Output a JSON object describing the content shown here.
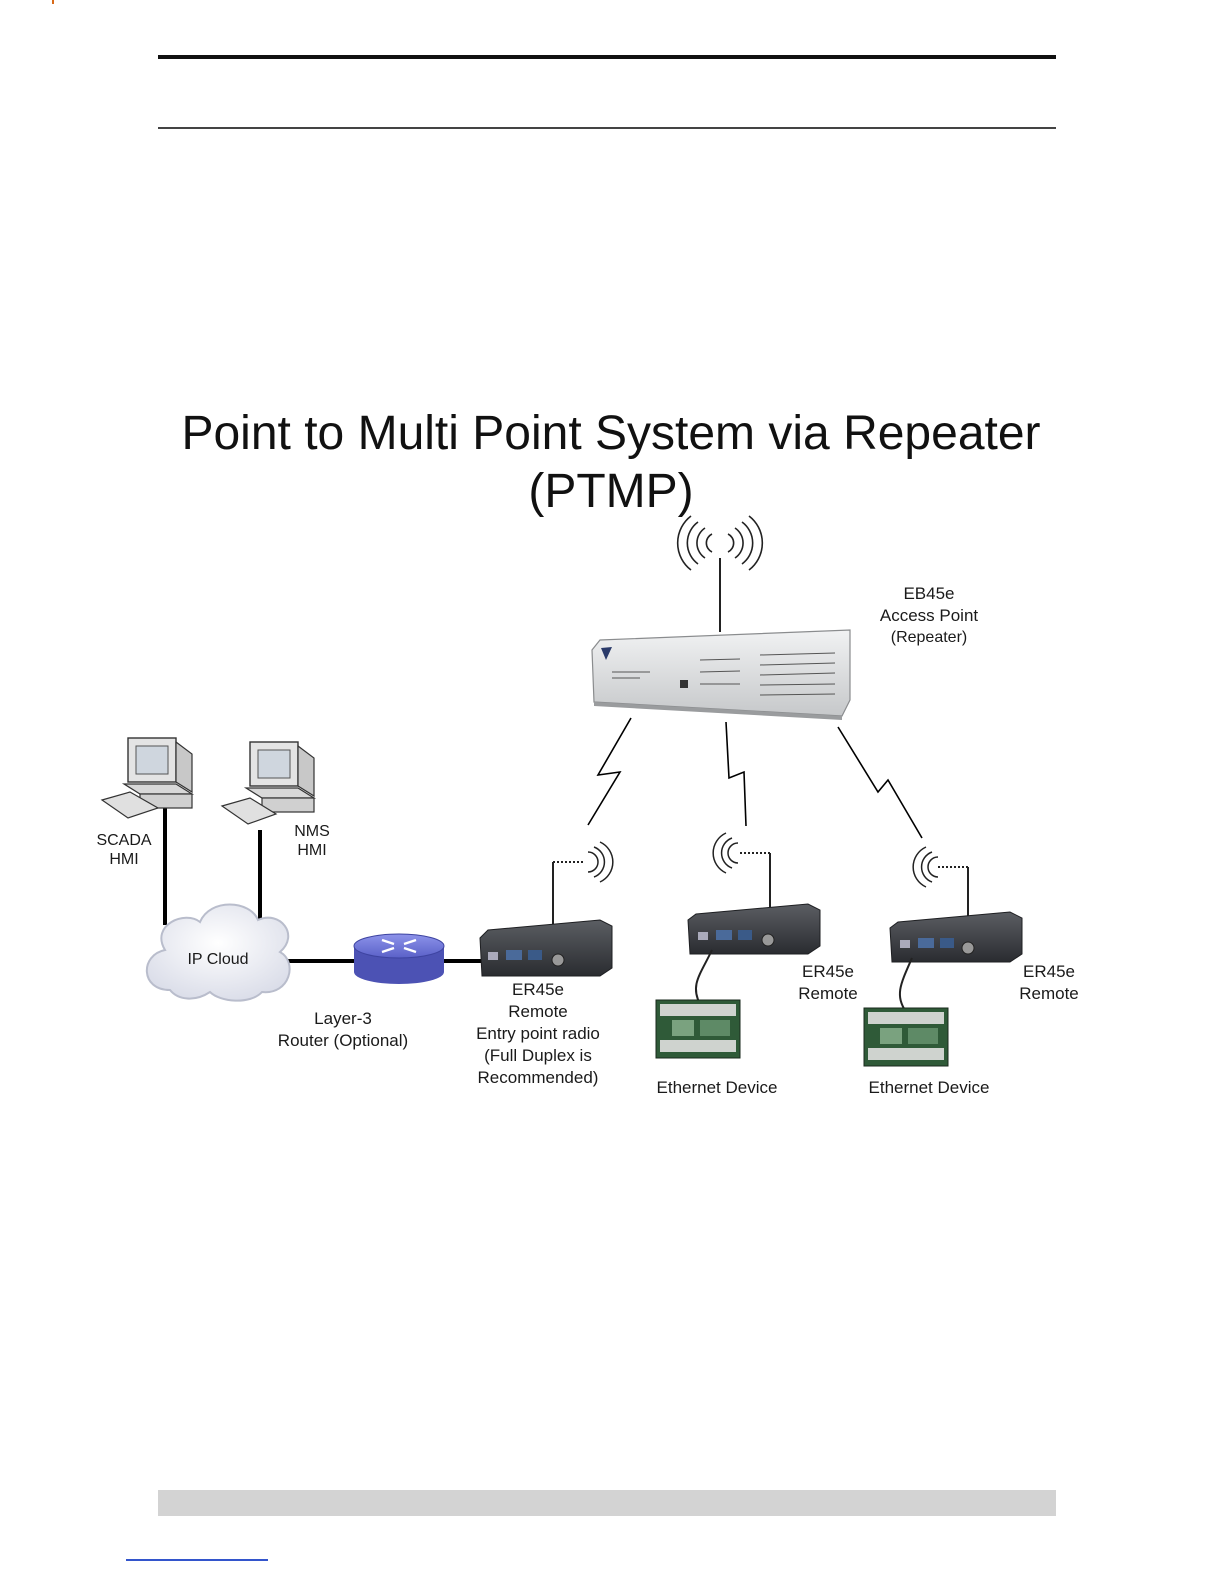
{
  "title": {
    "line1": "Point to Multi Point System via Repeater",
    "line2": "(PTMP)"
  },
  "nodes": {
    "access_point": {
      "name": "EB45e",
      "role": "Access Point",
      "mode": "(Repeater)"
    },
    "scada": {
      "line1": "SCADA",
      "line2": "HMI"
    },
    "nms": {
      "line1": "NMS",
      "line2": "HMI"
    },
    "cloud": {
      "label": "IP Cloud"
    },
    "router": {
      "line1": "Layer-3",
      "line2": "Router (Optional)"
    },
    "entry_remote": {
      "line1": "ER45e",
      "line2": "Remote",
      "line3": "Entry point radio",
      "line4": "(Full Duplex is",
      "line5": "Recommended)"
    },
    "remote_2": {
      "line1": "ER45e",
      "line2": "Remote"
    },
    "remote_3": {
      "line1": "ER45e",
      "line2": "Remote"
    },
    "device_2": {
      "label": "Ethernet Device"
    },
    "device_3": {
      "label": "Ethernet Device"
    }
  },
  "colors": {
    "router": "#6b72d8",
    "cloud": "#eef0f6",
    "radio": "#3c3f44",
    "access_point": "#d9dbdc",
    "device_board": "#3a7a4a"
  }
}
